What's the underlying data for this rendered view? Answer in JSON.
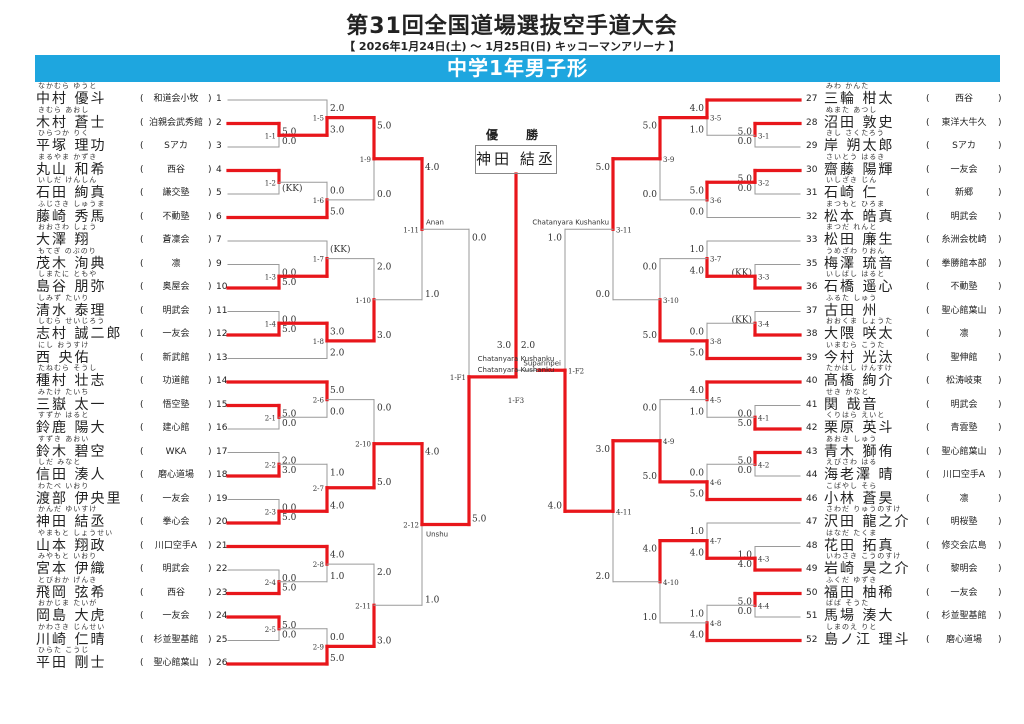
{
  "header": {
    "title": "第31回全国道場選抜空手道大会",
    "subtitle": "【 2026年1月24日(土) ～ 1月25日(日)  キッコーマンアリーナ 】",
    "division": "中学1年男子形"
  },
  "champion": {
    "label": "優　勝",
    "name": "神田 結丞"
  },
  "colors": {
    "win": "#e8161b",
    "line": "#9a9a9a",
    "band": "#1ea6df"
  },
  "left_entrants": [
    {
      "no": "1",
      "name": "中村 優斗",
      "kana": "なかむら ゆうと",
      "dojo": "和道会小牧"
    },
    {
      "no": "2",
      "name": "木村 蒼士",
      "kana": "きむら あおし",
      "dojo": "泊親会武秀館"
    },
    {
      "no": "3",
      "name": "平塚 理功",
      "kana": "ひらつか りく",
      "dojo": "Sアカ"
    },
    {
      "no": "4",
      "name": "丸山 和希",
      "kana": "まるやま かずき",
      "dojo": "西谷"
    },
    {
      "no": "5",
      "name": "石田 絢真",
      "kana": "いしだ けんしん",
      "dojo": "謙交塾"
    },
    {
      "no": "6",
      "name": "藤崎 秀馬",
      "kana": "ふじさき しゅうま",
      "dojo": "不動塾"
    },
    {
      "no": "7",
      "name": "大澤 翔",
      "kana": "おおさわ しょう",
      "dojo": "蒼凜会"
    },
    {
      "no": "9",
      "name": "茂木 洵典",
      "kana": "もてぎ のぶのり",
      "dojo": "凛"
    },
    {
      "no": "10",
      "name": "島谷 朋弥",
      "kana": "しまたに ともや",
      "dojo": "奥屋会"
    },
    {
      "no": "11",
      "name": "清水 泰理",
      "kana": "しみず たいり",
      "dojo": "明武会"
    },
    {
      "no": "12",
      "name": "志村 誠二郎",
      "kana": "しむら せいじろう",
      "dojo": "一友会"
    },
    {
      "no": "13",
      "name": "西 央佑",
      "kana": "にし おうすけ",
      "dojo": "新武館"
    },
    {
      "no": "14",
      "name": "種村 壮志",
      "kana": "たねむら そうし",
      "dojo": "功道館"
    },
    {
      "no": "15",
      "name": "三嶽 太一",
      "kana": "みたけ たいち",
      "dojo": "悟空塾"
    },
    {
      "no": "16",
      "name": "鈴鹿 陽大",
      "kana": "すずか はると",
      "dojo": "建心館"
    },
    {
      "no": "17",
      "name": "鈴木 碧空",
      "kana": "すずき あおい",
      "dojo": "WKA"
    },
    {
      "no": "18",
      "name": "信田 湊人",
      "kana": "しだ みなと",
      "dojo": "磨心道場"
    },
    {
      "no": "19",
      "name": "渡部 伊央里",
      "kana": "わたべ いおり",
      "dojo": "一友会"
    },
    {
      "no": "20",
      "name": "神田 結丞",
      "kana": "かんだ ゆいすけ",
      "dojo": "拳心会"
    },
    {
      "no": "21",
      "name": "山本 翔政",
      "kana": "やまもと しょうせい",
      "dojo": "川口空手A"
    },
    {
      "no": "22",
      "name": "宮本 伊織",
      "kana": "みやもと いおり",
      "dojo": "明武会"
    },
    {
      "no": "23",
      "name": "飛岡 弦希",
      "kana": "とびおか げんき",
      "dojo": "西谷"
    },
    {
      "no": "24",
      "name": "岡島 大虎",
      "kana": "おかじま たいが",
      "dojo": "一友会"
    },
    {
      "no": "25",
      "name": "川崎 仁晴",
      "kana": "かわさき じんせい",
      "dojo": "杉並聖基館"
    },
    {
      "no": "26",
      "name": "平田 剛士",
      "kana": "ひらた こうじ",
      "dojo": "聖心館葉山"
    }
  ],
  "right_entrants": [
    {
      "no": "27",
      "name": "三輪 柑太",
      "kana": "みわ かんた",
      "dojo": "西谷"
    },
    {
      "no": "28",
      "name": "沼田 敦史",
      "kana": "ぬまた あつし",
      "dojo": "東洋大牛久"
    },
    {
      "no": "29",
      "name": "岸 朔太郎",
      "kana": "きし さくたろう",
      "dojo": "Sアカ"
    },
    {
      "no": "30",
      "name": "齋藤 陽輝",
      "kana": "さいとう はるき",
      "dojo": "一友会"
    },
    {
      "no": "31",
      "name": "石崎 仁",
      "kana": "いしざき じん",
      "dojo": "新郷"
    },
    {
      "no": "32",
      "name": "松本 皓真",
      "kana": "まつもと ひろま",
      "dojo": "明武会"
    },
    {
      "no": "33",
      "name": "松田 廉生",
      "kana": "まつだ れんと",
      "dojo": "糸洲会枕崎"
    },
    {
      "no": "35",
      "name": "梅澤 琉音",
      "kana": "うめざわ りおん",
      "dojo": "拳勝館本部"
    },
    {
      "no": "36",
      "name": "石橋 遥心",
      "kana": "いしばし はると",
      "dojo": "不動塾"
    },
    {
      "no": "37",
      "name": "古田 州",
      "kana": "ふるた しゅう",
      "dojo": "聖心館葉山"
    },
    {
      "no": "38",
      "name": "大隈 咲太",
      "kana": "おおくま しょうた",
      "dojo": "凛"
    },
    {
      "no": "39",
      "name": "今村 光汰",
      "kana": "いまむら こうた",
      "dojo": "聖伸館"
    },
    {
      "no": "40",
      "name": "髙橋 絢介",
      "kana": "たかはし けんすけ",
      "dojo": "松涛岐東"
    },
    {
      "no": "41",
      "name": "関 哉音",
      "kana": "せき かなと",
      "dojo": "明武会"
    },
    {
      "no": "42",
      "name": "栗原 英斗",
      "kana": "くりはら えいと",
      "dojo": "青雲塾"
    },
    {
      "no": "43",
      "name": "青木 獅侑",
      "kana": "あおき しゅう",
      "dojo": "聖心館葉山"
    },
    {
      "no": "44",
      "name": "海老澤 晴",
      "kana": "えびさわ はる",
      "dojo": "川口空手A"
    },
    {
      "no": "46",
      "name": "小林 蒼昊",
      "kana": "こばやし そら",
      "dojo": "凛"
    },
    {
      "no": "47",
      "name": "沢田 龍之介",
      "kana": "さわだ りゅうのすけ",
      "dojo": "明桜塾"
    },
    {
      "no": "48",
      "name": "花田 拓真",
      "kana": "はなだ たくま",
      "dojo": "修交会広島"
    },
    {
      "no": "49",
      "name": "岩崎 昊之介",
      "kana": "いわさき こうのすけ",
      "dojo": "黎明会"
    },
    {
      "no": "50",
      "name": "福田 柚稀",
      "kana": "ふくだ ゆずき",
      "dojo": "一友会"
    },
    {
      "no": "51",
      "name": "馬場 湊大",
      "kana": "ばば そうた",
      "dojo": "杉並聖基館"
    },
    {
      "no": "52",
      "name": "島ノ江 理斗",
      "kana": "しまのえ りと",
      "dojo": "磨心道場"
    }
  ],
  "left_matches": [
    {
      "id": "1-1",
      "a": "p2",
      "b": "p3",
      "sa": "5.0",
      "sb": "0.0",
      "w": "a"
    },
    {
      "id": "1-5",
      "a": "p1",
      "b": "1-1",
      "sa": "2.0",
      "sb": "3.0",
      "w": "b"
    },
    {
      "id": "1-2",
      "a": "p4",
      "b": "p5",
      "sa": "",
      "sb": "(KK)",
      "w": "a"
    },
    {
      "id": "1-6",
      "a": "1-2",
      "b": "p6",
      "sa": "0.0",
      "sb": "5.0",
      "w": "b"
    },
    {
      "id": "1-9",
      "a": "1-5",
      "b": "1-6",
      "sa": "5.0",
      "sb": "0.0",
      "w": "a"
    },
    {
      "id": "1-3",
      "a": "p9",
      "b": "p10",
      "sa": "0.0",
      "sb": "5.0",
      "w": "b"
    },
    {
      "id": "1-7",
      "a": "p7",
      "b": "1-3",
      "sa": "(KK)",
      "sb": "",
      "w": "b"
    },
    {
      "id": "1-4",
      "a": "p11",
      "b": "p12",
      "sa": "0.0",
      "sb": "5.0",
      "w": "b"
    },
    {
      "id": "1-8",
      "a": "1-4",
      "b": "p13",
      "sa": "3.0",
      "sb": "2.0",
      "w": "a"
    },
    {
      "id": "1-10",
      "a": "1-7",
      "b": "1-8",
      "sa": "2.0",
      "sb": "3.0",
      "w": "b"
    },
    {
      "id": "1-11",
      "a": "1-9",
      "b": "1-10",
      "sa": "4.0",
      "sb": "1.0",
      "w": "a",
      "kata": "Anan"
    },
    {
      "id": "2-1",
      "a": "p15",
      "b": "p16",
      "sa": "5.0",
      "sb": "0.0",
      "w": "a"
    },
    {
      "id": "2-6",
      "a": "p14",
      "b": "2-1",
      "sa": "5.0",
      "sb": "0.0",
      "w": "a"
    },
    {
      "id": "2-2",
      "a": "p17",
      "b": "p18",
      "sa": "2.0",
      "sb": "3.0",
      "w": "b"
    },
    {
      "id": "2-3",
      "a": "p19",
      "b": "p20",
      "sa": "0.0",
      "sb": "5.0",
      "w": "b"
    },
    {
      "id": "2-7",
      "a": "2-2",
      "b": "2-3",
      "sa": "1.0",
      "sb": "4.0",
      "w": "b"
    },
    {
      "id": "2-10",
      "a": "2-6",
      "b": "2-7",
      "sa": "0.0",
      "sb": "5.0",
      "w": "b"
    },
    {
      "id": "2-4",
      "a": "p22",
      "b": "p23",
      "sa": "0.0",
      "sb": "5.0",
      "w": "b"
    },
    {
      "id": "2-8",
      "a": "p21",
      "b": "2-4",
      "sa": "4.0",
      "sb": "1.0",
      "w": "a"
    },
    {
      "id": "2-5",
      "a": "p24",
      "b": "p25",
      "sa": "5.0",
      "sb": "0.0",
      "w": "a"
    },
    {
      "id": "2-9",
      "a": "2-5",
      "b": "p26",
      "sa": "0.0",
      "sb": "5.0",
      "w": "b"
    },
    {
      "id": "2-11",
      "a": "2-8",
      "b": "2-9",
      "sa": "2.0",
      "sb": "3.0",
      "w": "b"
    },
    {
      "id": "2-12",
      "a": "2-10",
      "b": "2-11",
      "sa": "4.0",
      "sb": "1.0",
      "w": "a",
      "kata": "Unshu"
    },
    {
      "id": "1-F1",
      "a": "1-11",
      "b": "2-12",
      "sa": "0.0",
      "sb": "5.0",
      "w": "b"
    }
  ],
  "right_matches": [
    {
      "id": "3-1",
      "a": "p28",
      "b": "p29",
      "sa": "5.0",
      "sb": "0.0",
      "w": "a"
    },
    {
      "id": "3-5",
      "a": "p27",
      "b": "3-1",
      "sa": "4.0",
      "sb": "1.0",
      "w": "a"
    },
    {
      "id": "3-2",
      "a": "p30",
      "b": "p31",
      "sa": "5.0",
      "sb": "0.0",
      "w": "a"
    },
    {
      "id": "3-6",
      "a": "3-2",
      "b": "p32",
      "sa": "5.0",
      "sb": "0.0",
      "w": "a"
    },
    {
      "id": "3-9",
      "a": "3-5",
      "b": "3-6",
      "sa": "5.0",
      "sb": "0.0",
      "w": "a"
    },
    {
      "id": "3-3",
      "a": "p35",
      "b": "p36",
      "sa": "(KK)",
      "sb": "",
      "w": "b"
    },
    {
      "id": "3-7",
      "a": "p33",
      "b": "3-3",
      "sa": "1.0",
      "sb": "4.0",
      "w": "b"
    },
    {
      "id": "3-4",
      "a": "p37",
      "b": "p38",
      "sa": "(KK)",
      "sb": "",
      "w": "b"
    },
    {
      "id": "3-8",
      "a": "3-4",
      "b": "p39",
      "sa": "0.0",
      "sb": "5.0",
      "w": "b"
    },
    {
      "id": "3-10",
      "a": "3-7",
      "b": "3-8",
      "sa": "0.0",
      "sb": "5.0",
      "w": "b"
    },
    {
      "id": "3-11",
      "a": "3-9",
      "b": "3-10",
      "sa": "5.0",
      "sb": "0.0",
      "w": "a",
      "kata": "Chatanyara Kushanku"
    },
    {
      "id": "4-1",
      "a": "p41",
      "b": "p42",
      "sa": "0.0",
      "sb": "5.0",
      "w": "b"
    },
    {
      "id": "4-5",
      "a": "p40",
      "b": "4-1",
      "sa": "4.0",
      "sb": "1.0",
      "w": "a"
    },
    {
      "id": "4-2",
      "a": "p43",
      "b": "p44",
      "sa": "5.0",
      "sb": "0.0",
      "w": "a"
    },
    {
      "id": "4-6",
      "a": "4-2",
      "b": "p46",
      "sa": "0.0",
      "sb": "5.0",
      "w": "b"
    },
    {
      "id": "4-9",
      "a": "4-5",
      "b": "4-6",
      "sa": "0.0",
      "sb": "5.0",
      "w": "b"
    },
    {
      "id": "4-3",
      "a": "p48",
      "b": "p49",
      "sa": "1.0",
      "sb": "4.0",
      "w": "b"
    },
    {
      "id": "4-7",
      "a": "p47",
      "b": "4-3",
      "sa": "1.0",
      "sb": "4.0",
      "w": "b"
    },
    {
      "id": "4-4",
      "a": "p50",
      "b": "p51",
      "sa": "5.0",
      "sb": "0.0",
      "w": "a"
    },
    {
      "id": "4-8",
      "a": "4-4",
      "b": "p52",
      "sa": "1.0",
      "sb": "4.0",
      "w": "b"
    },
    {
      "id": "4-10",
      "a": "4-7",
      "b": "4-8",
      "sa": "4.0",
      "sb": "1.0",
      "w": "a"
    },
    {
      "id": "4-11",
      "a": "4-9",
      "b": "4-10",
      "sa": "3.0",
      "sb": "2.0",
      "w": "a"
    },
    {
      "id": "1-F2",
      "a": "3-11",
      "b": "4-11",
      "sa": "1.0",
      "sb": "4.0",
      "w": "b",
      "kata": "Suparinpei"
    }
  ],
  "final": {
    "id": "1-F3",
    "sa": "3.0",
    "sb": "2.0",
    "w": "a",
    "kata_a": "Chatanyara Kushanku",
    "kata_b": "Chatanyara Kushanku"
  }
}
